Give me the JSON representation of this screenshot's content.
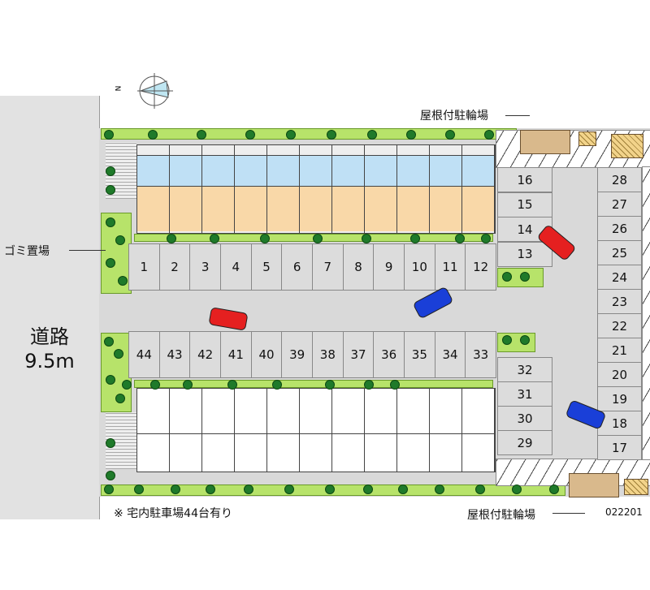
{
  "road": {
    "label_line1": "道路",
    "label_line2": "9.5m"
  },
  "labels": {
    "bike_shelter_top": "屋根付駐輪場",
    "bike_shelter_bottom": "屋根付駐輪場",
    "garbage": "ゴミ置場",
    "note": "※ 宅内駐車場44台有り",
    "code": "022201",
    "compass_n": "N"
  },
  "parking": {
    "top_row": [
      "1",
      "2",
      "3",
      "4",
      "5",
      "6",
      "7",
      "8",
      "9",
      "10",
      "11",
      "12"
    ],
    "bottom_row": [
      "44",
      "43",
      "42",
      "41",
      "40",
      "39",
      "38",
      "37",
      "36",
      "35",
      "34",
      "33"
    ],
    "mid_upper": [
      "16",
      "15",
      "14",
      "13"
    ],
    "mid_lower": [
      "32",
      "31",
      "30",
      "29"
    ],
    "right_col": [
      "28",
      "27",
      "26",
      "25",
      "24",
      "23",
      "22",
      "21",
      "20",
      "19",
      "18",
      "17"
    ]
  },
  "colors": {
    "car_red": "#e52020",
    "car_blue": "#1a3fd8",
    "hedge": "#b7e36a",
    "upper_units": "#bfe0f5",
    "lower_units": "#f9d8a8"
  }
}
